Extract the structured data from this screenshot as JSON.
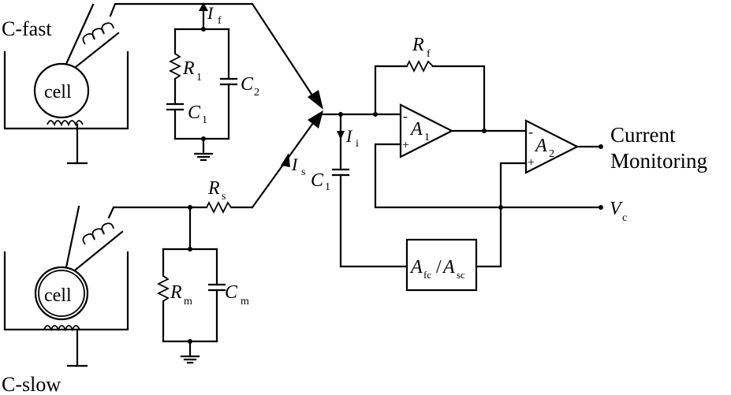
{
  "labels": {
    "c_fast": "C-fast",
    "c_slow": "C-slow",
    "cell": "cell",
    "current_monitoring_line1": "Current",
    "current_monitoring_line2": "Monitoring",
    "afc_asc": "A",
    "sub_fc": "fc",
    "sub_sc": "sc",
    "slash": "/",
    "vc": "V",
    "sub_c": "c",
    "minus": "-",
    "plus": "+"
  },
  "components": {
    "R": "R",
    "C": "C",
    "I": "I",
    "A": "A",
    "sub_f": "f",
    "sub_1": "1",
    "sub_2": "2",
    "sub_s": "s",
    "sub_i": "i",
    "sub_m": "m"
  }
}
